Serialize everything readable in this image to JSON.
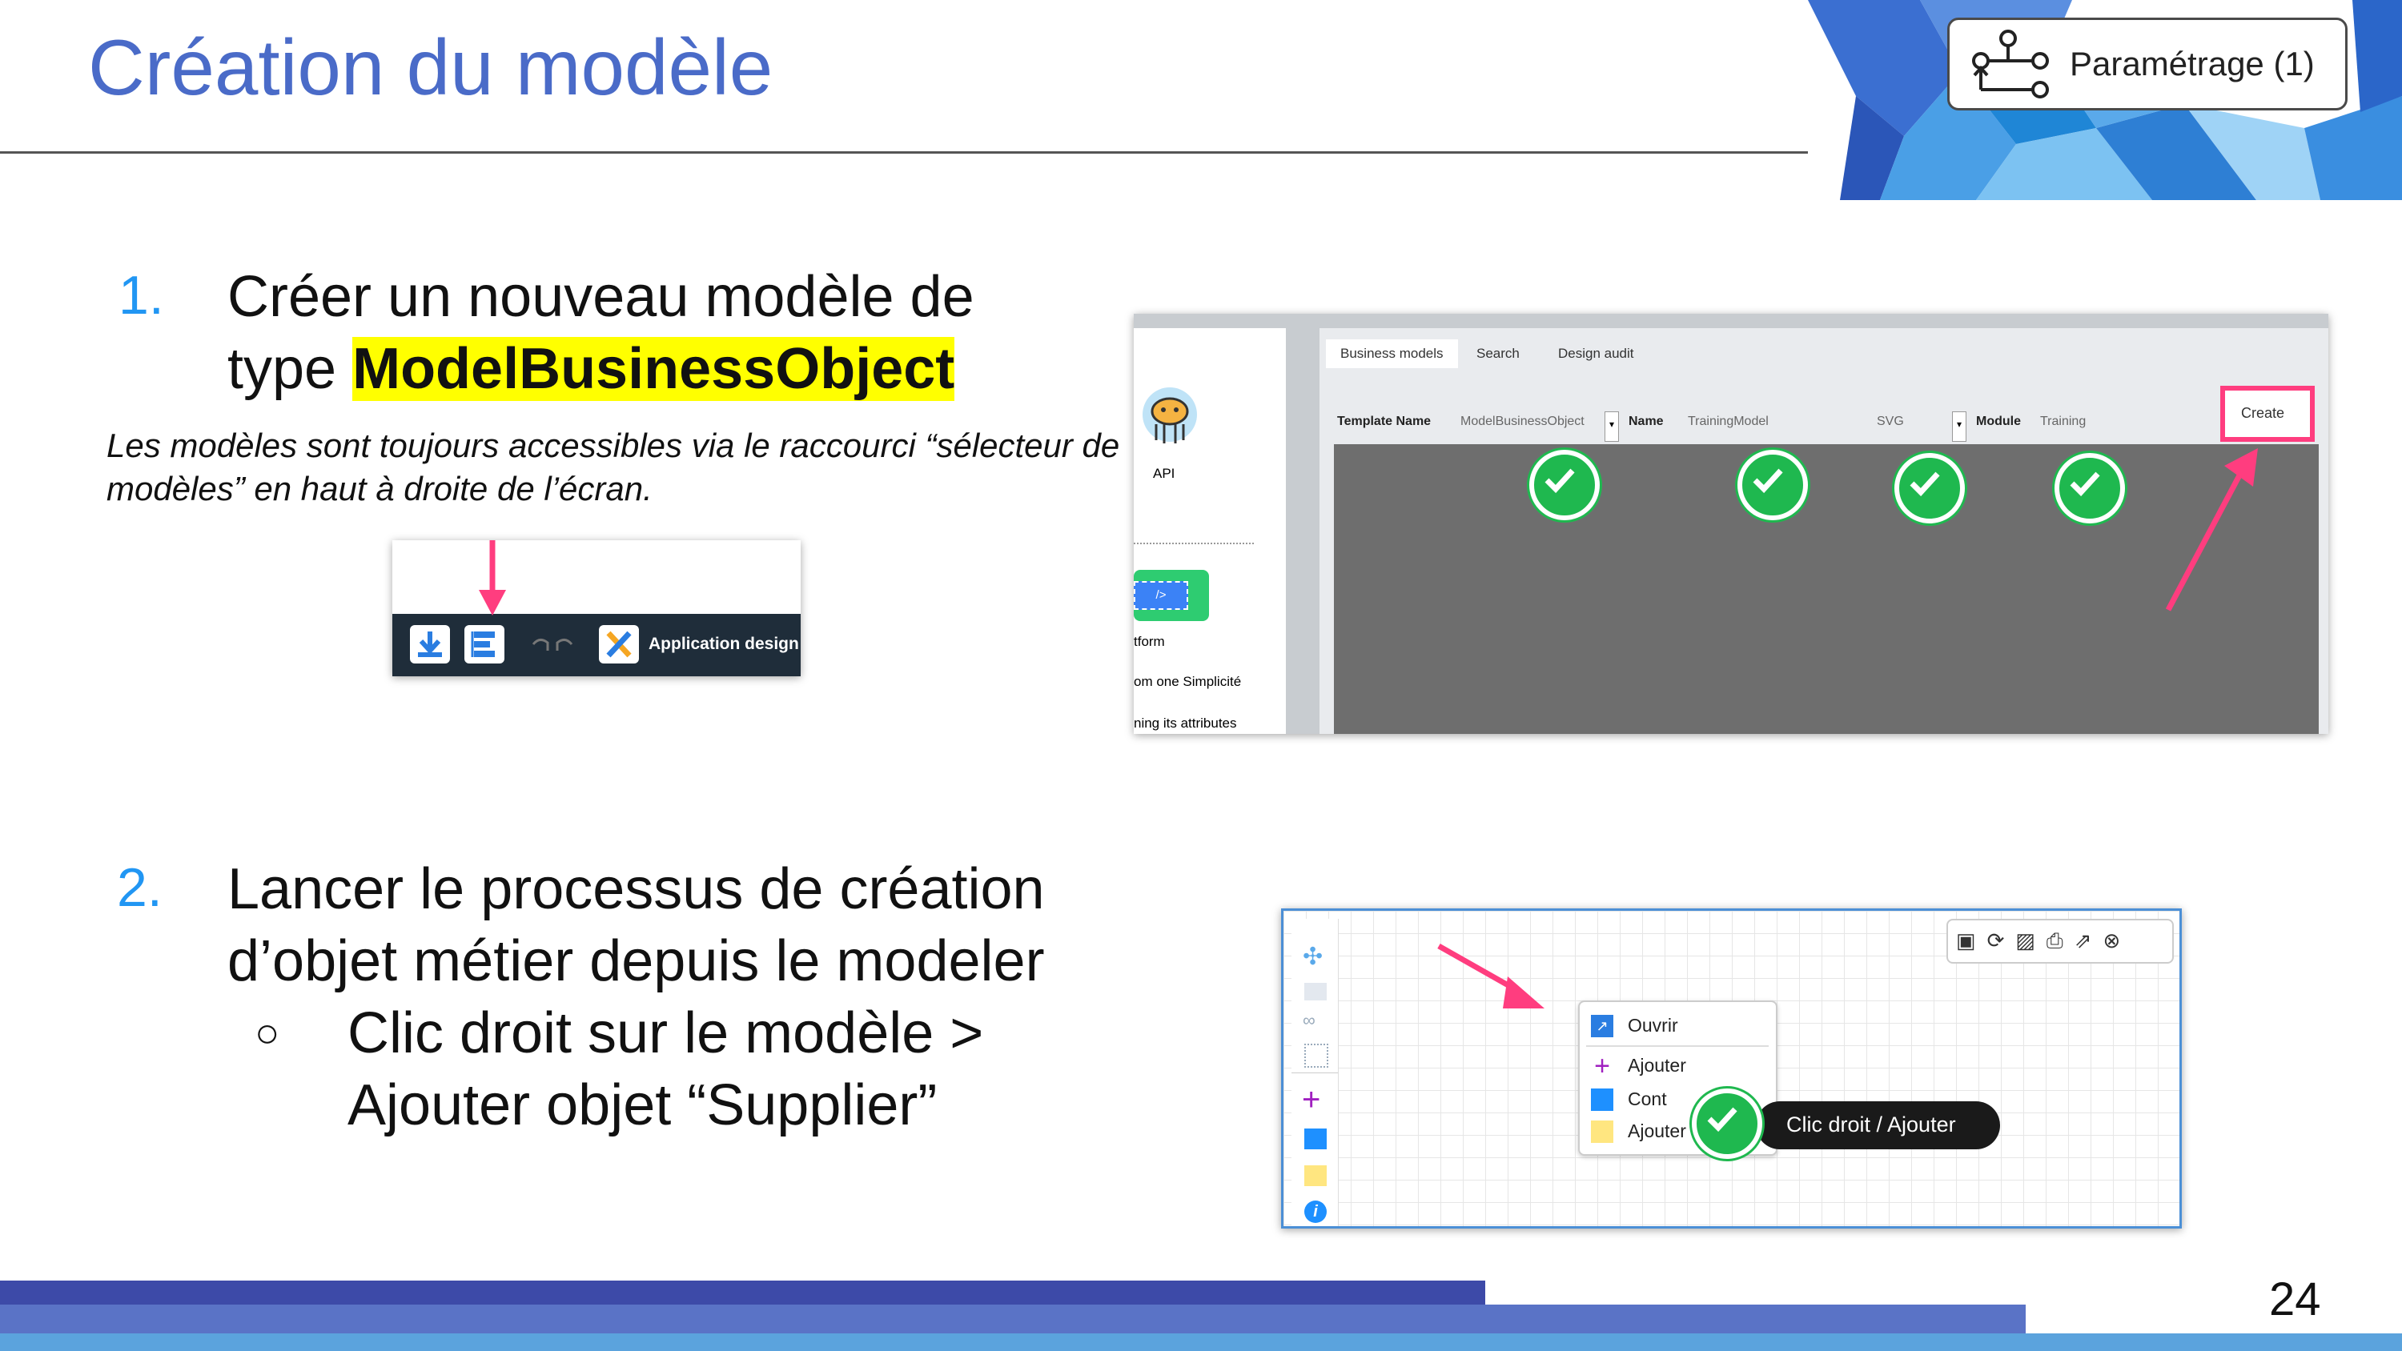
{
  "title": "Création du modèle",
  "badge": {
    "label": "Paramétrage (1)",
    "icon": "process-flow-icon"
  },
  "step1": {
    "number": "1.",
    "line1": "Créer un nouveau modèle de",
    "line2_prefix": "type ",
    "line2_highlight": "ModelBusinessObject",
    "note_line1": "Les modèles sont toujours accessibles via le raccourci “sélecteur de",
    "note_line2": "modèles” en haut à droite de l’écran."
  },
  "toolbar": {
    "label": "Application design"
  },
  "screen1": {
    "tabs": [
      "Business models",
      "Search",
      "Design audit"
    ],
    "template_label": "Template Name",
    "template_value": "ModelBusinessObject",
    "name_label": "Name",
    "name_value": "TrainingModel",
    "type_value": "SVG",
    "module_label": "Module",
    "module_value": "Training",
    "create_button": "Create",
    "left_panel": {
      "api": "API",
      "code": "/>",
      "line1": "tform",
      "line2": "om one Simplicité",
      "line3": "ning its attributes"
    }
  },
  "step2": {
    "number": "2.",
    "line1": "Lancer le processus de création",
    "line2": "d’objet métier depuis le modeler",
    "bullet": "○",
    "sub1": "Clic droit sur le modèle >",
    "sub2": "Ajouter objet “Supplier”"
  },
  "screen2": {
    "menu": [
      "Ouvrir",
      "Ajouter",
      "Cont",
      "Ajouter"
    ],
    "tooltip": "Clic droit / Ajouter"
  },
  "colors": {
    "title": "#4a6bc8",
    "number": "#2196f3",
    "highlight": "#ffff00",
    "accent_pink": "#ff3d7f",
    "check_green": "#1fb84f"
  },
  "page_number": "24"
}
